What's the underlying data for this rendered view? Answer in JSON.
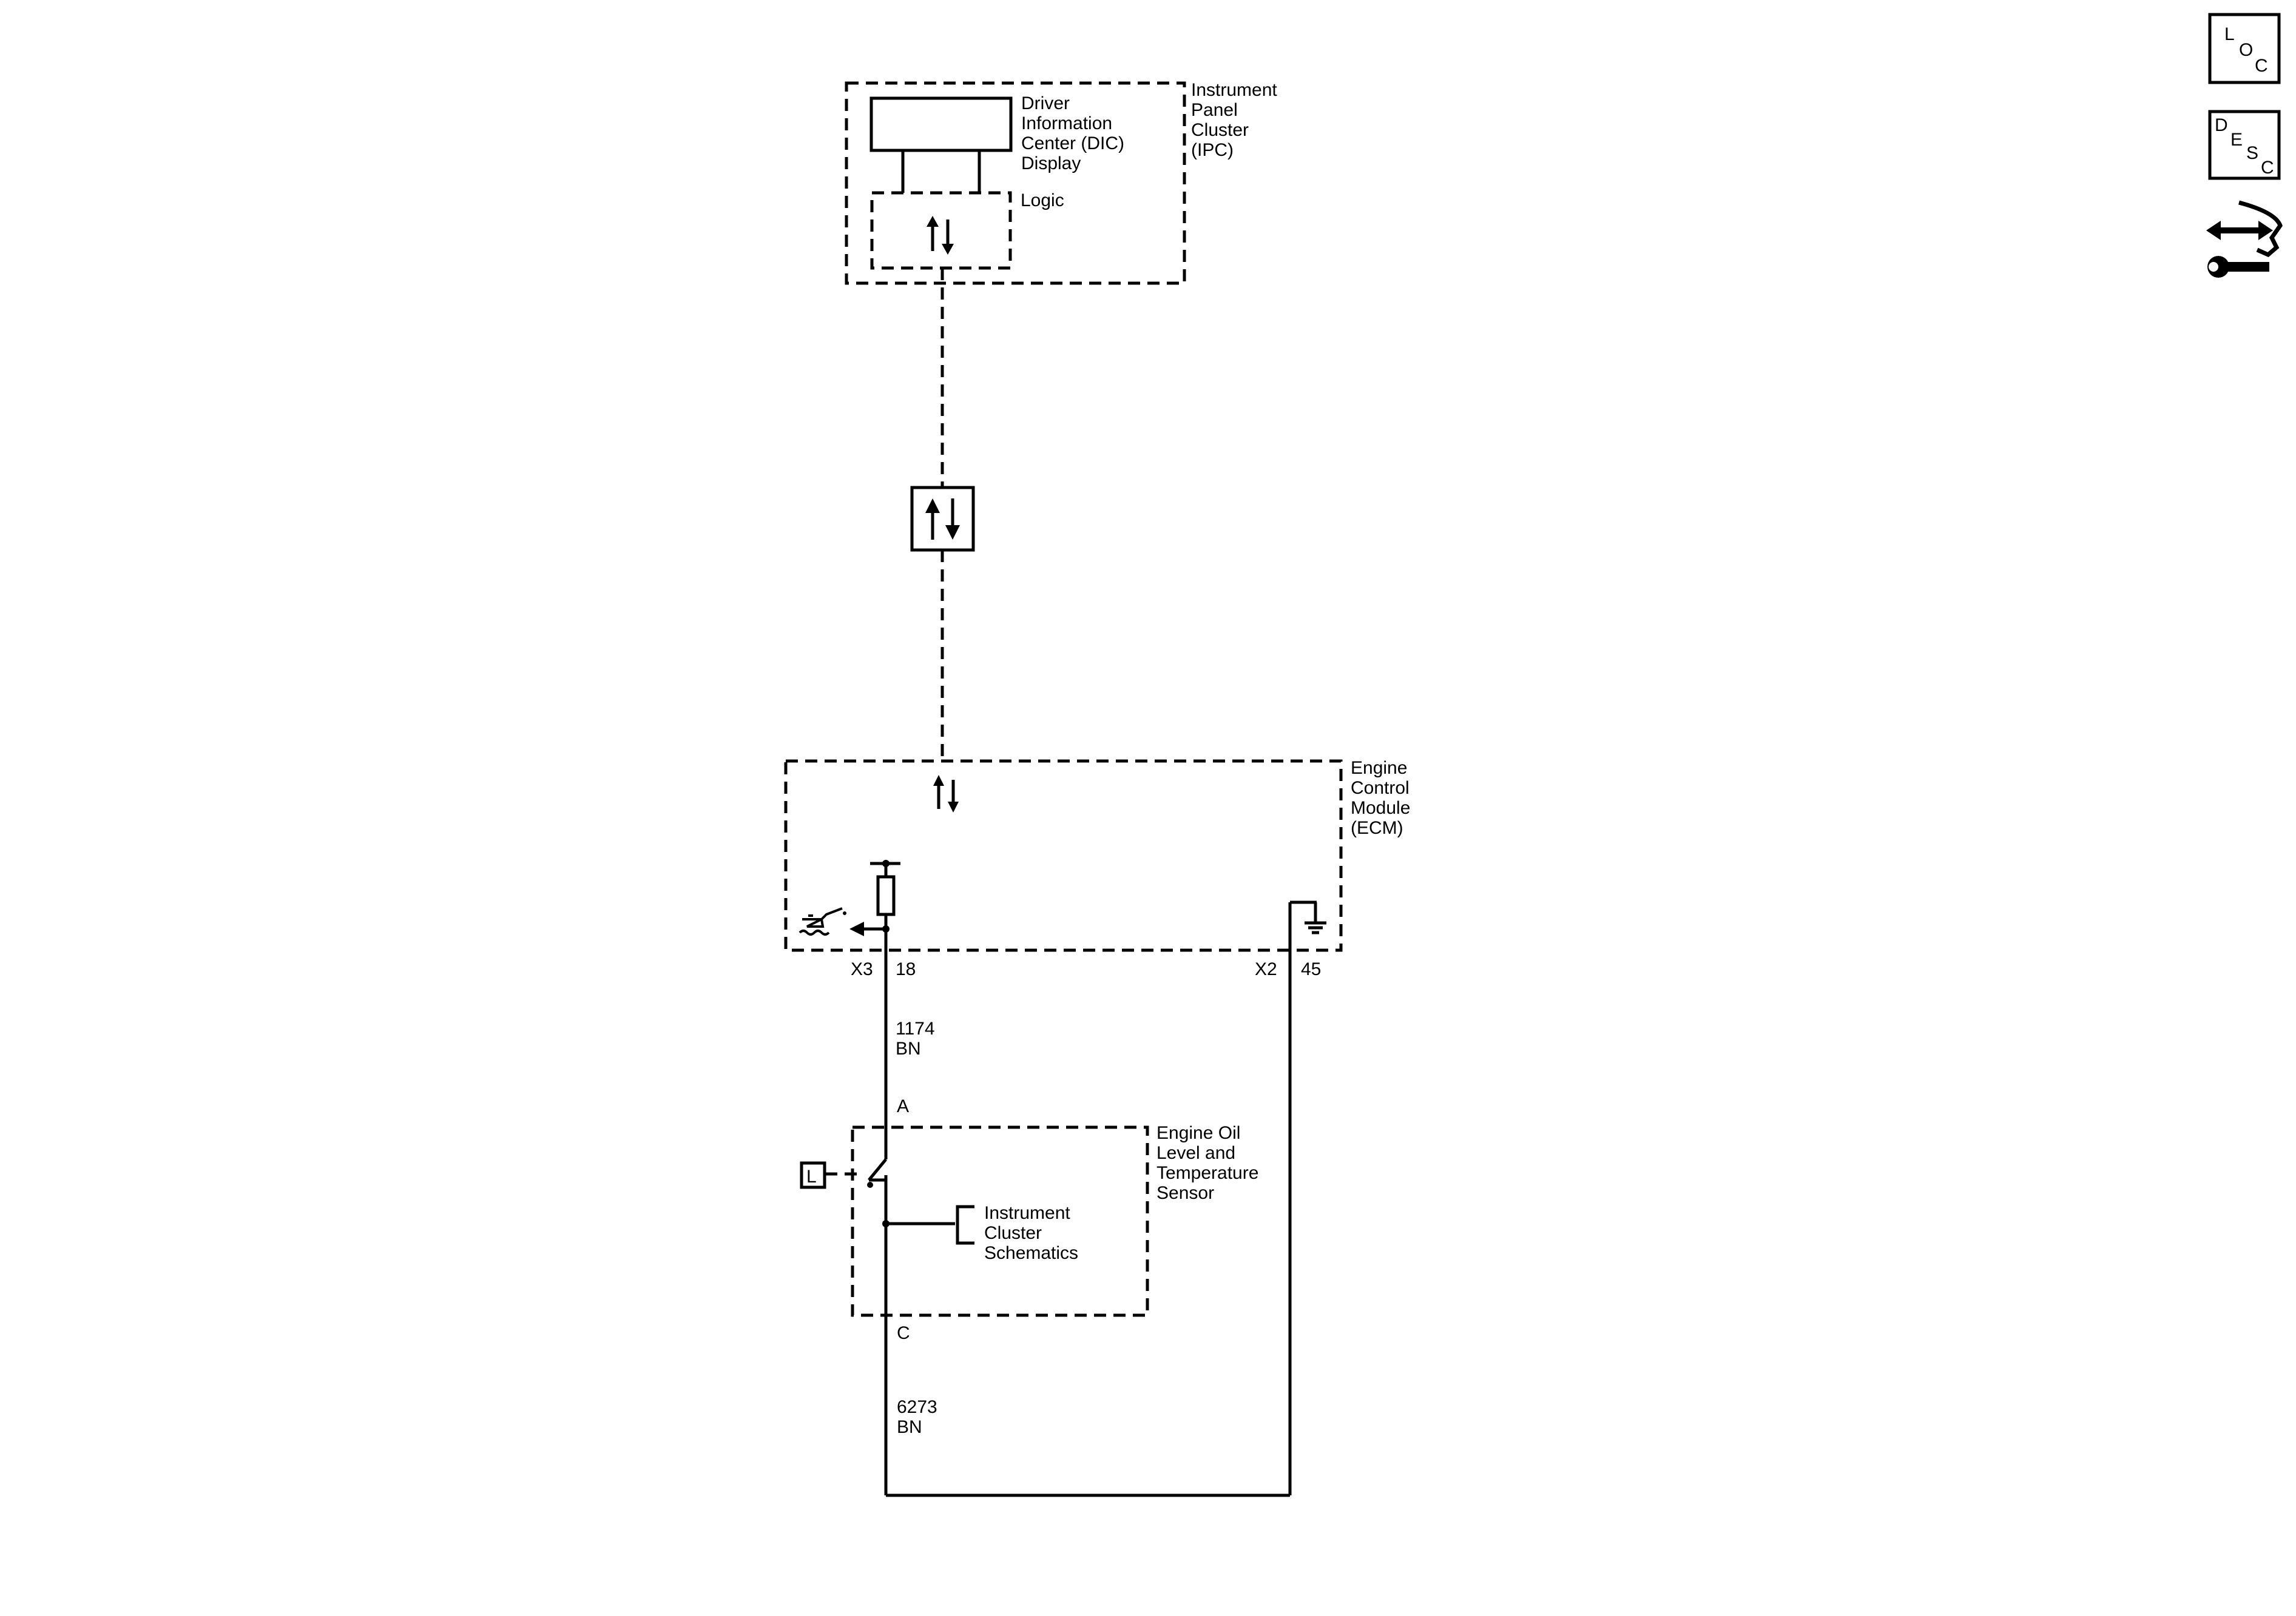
{
  "ipc": {
    "name_lines": [
      "Instrument",
      "Panel",
      "Cluster",
      "(IPC)"
    ],
    "dic_lines": [
      "Driver",
      "Information",
      "Center (DIC)",
      "Display"
    ],
    "logic_label": "Logic"
  },
  "ecm": {
    "name_lines": [
      "Engine",
      "Control",
      "Module",
      "(ECM)"
    ],
    "connector_left": "X3",
    "pin_left": "18",
    "connector_right": "X2",
    "pin_right": "45"
  },
  "wires": {
    "upper_circuit": "1174",
    "upper_color": "BN",
    "lower_circuit": "6273",
    "lower_color": "BN"
  },
  "sensor": {
    "name_lines": [
      "Engine Oil",
      "Level and",
      "Temperature",
      "Sensor"
    ],
    "pin_top": "A",
    "pin_bottom": "C",
    "reference_lines": [
      "Instrument",
      "Cluster",
      "Schematics"
    ],
    "location_tag": "L"
  },
  "sidebar": {
    "loc_letters": [
      "L",
      "O",
      "C"
    ],
    "desc_letters": [
      "D",
      "E",
      "S",
      "C"
    ],
    "tool_icon": "wrench-arrows-icon"
  }
}
